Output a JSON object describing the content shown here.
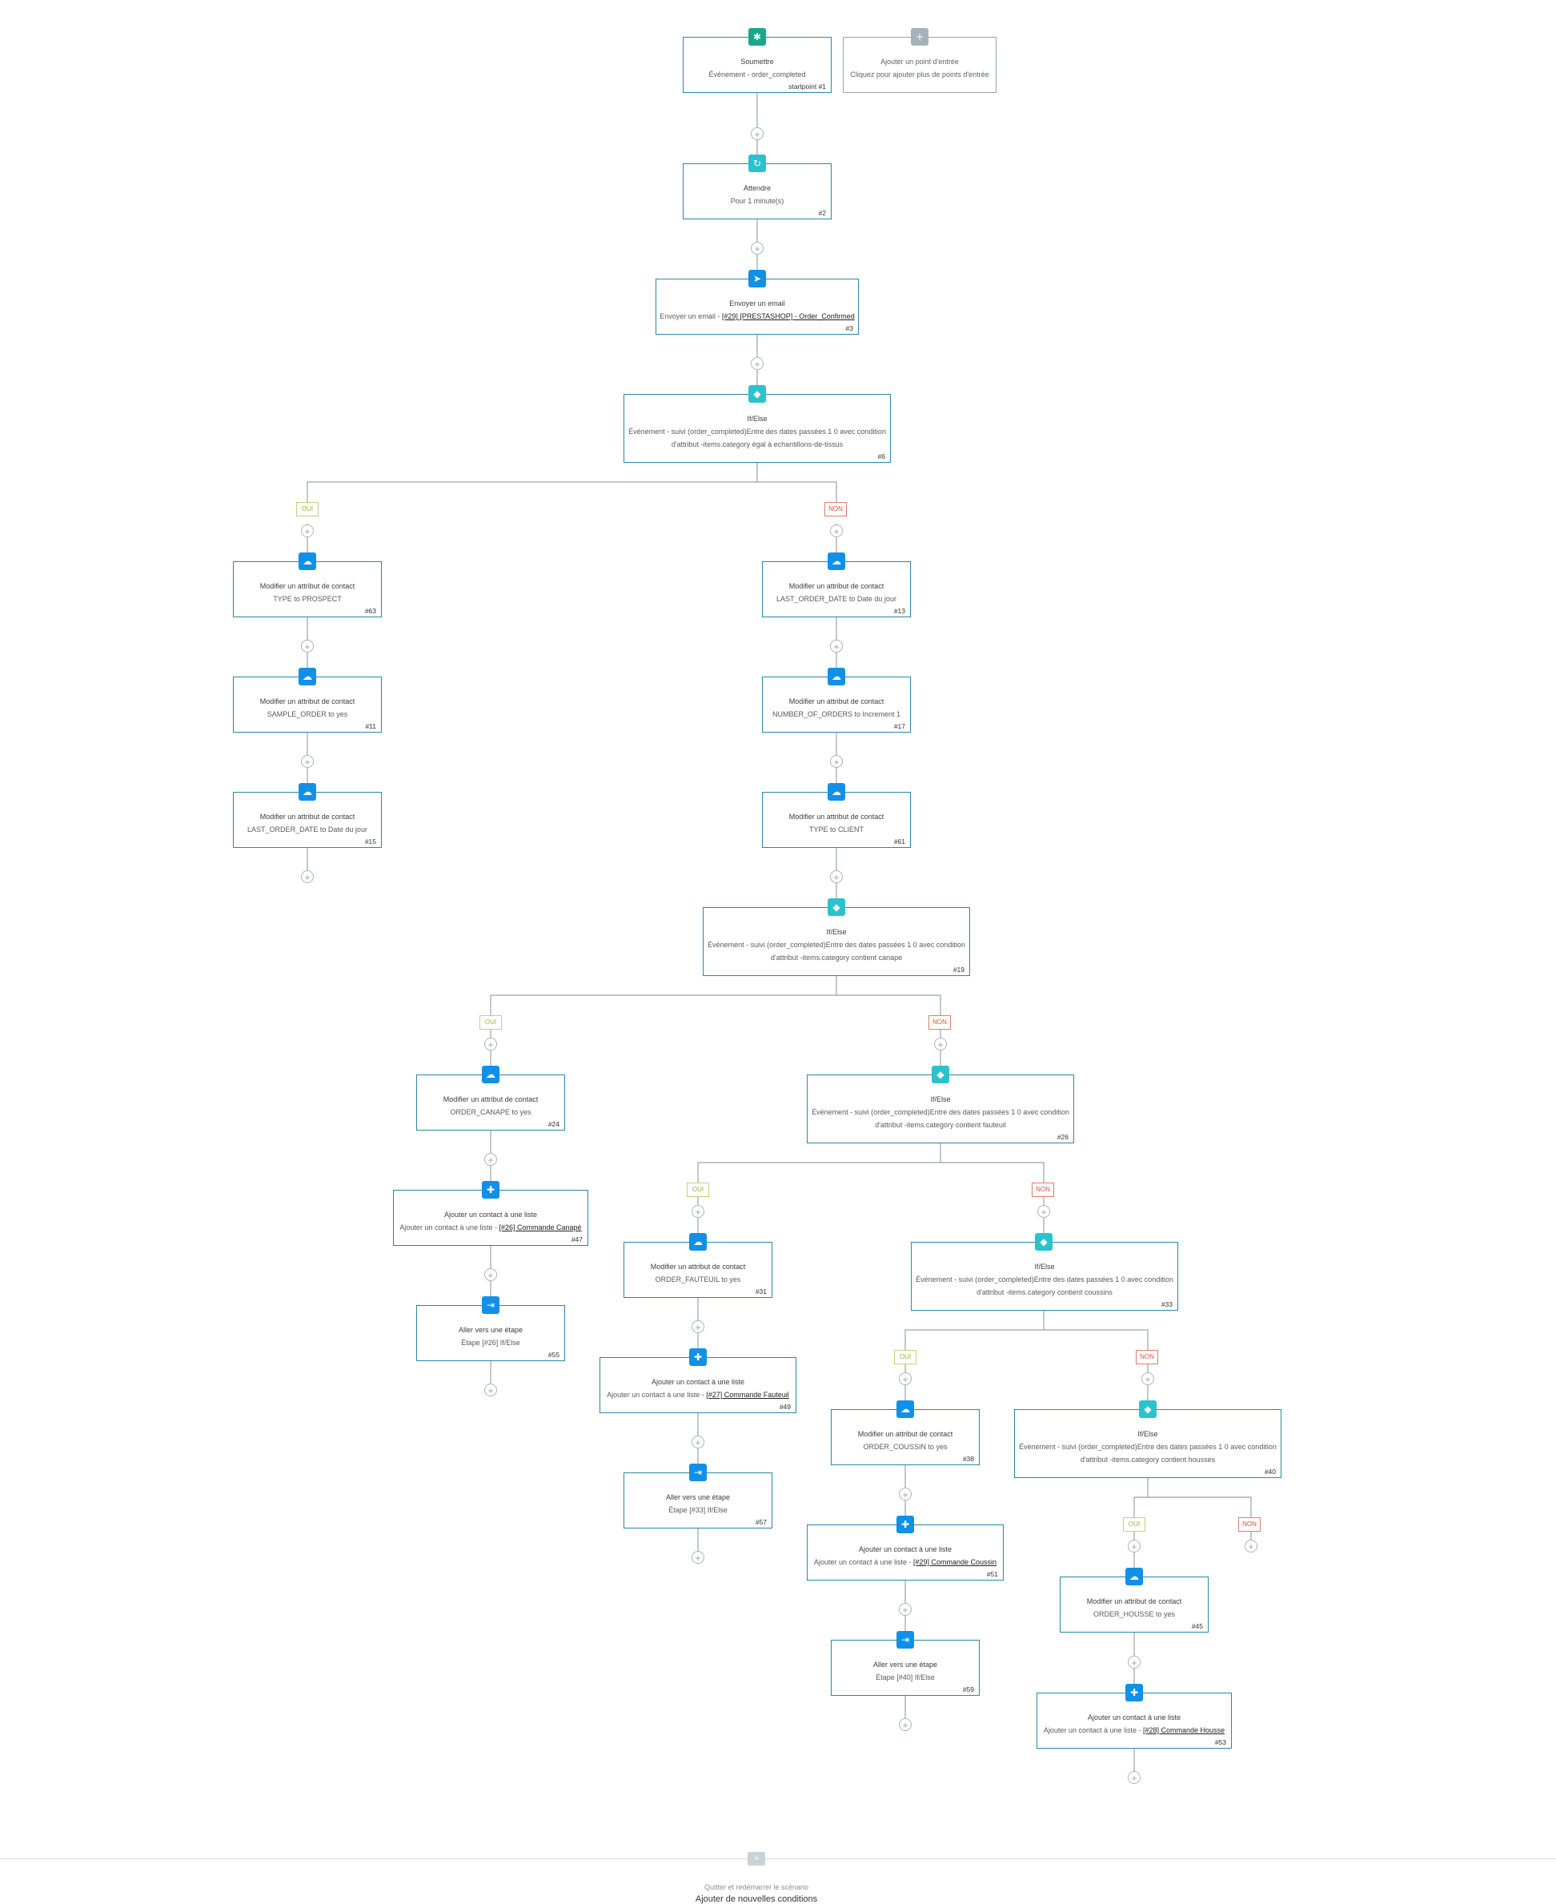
{
  "colors": {
    "node_border": "#2a87a3",
    "wire": "#9aa4a9",
    "icon_green": "#18a78a",
    "icon_teal": "#2ac3cc",
    "icon_blue": "#1190e8",
    "icon_gray": "#a6b1b9",
    "yes_badge": "#9bb23a",
    "no_badge": "#d9553f"
  },
  "branch_labels": {
    "yes": "OUI",
    "no": "NON"
  },
  "nodes": {
    "n1": {
      "icon": "gear-icon",
      "title": "Soumettre",
      "sub": "Événement - order_completed",
      "id": "startpoint #1"
    },
    "n0": {
      "icon": "plus-icon",
      "title": "Ajouter un point d'entrée",
      "sub": "Cliquez pour ajouter plus de points d'entrée"
    },
    "n2": {
      "icon": "clock-icon",
      "title": "Attendre",
      "sub": "Pour 1 minute(s)",
      "id": "#2"
    },
    "n3": {
      "icon": "send-icon",
      "title": "Envoyer un email",
      "sub_prefix": "Envoyer un email - ",
      "link": "[#29] [PRESTASHOP] - Order_Confirmed",
      "id": "#3"
    },
    "n6": {
      "icon": "tag-icon",
      "title": "If/Else",
      "sub": "Événement - suivi (order_completed)Entre des dates passées 1 0 avec condition",
      "sub2": "d'attribut -items.category égal à echantillons-de-tissus",
      "id": "#6"
    },
    "n63": {
      "icon": "user-edit-icon",
      "title": "Modifier un attribut de contact",
      "sub": "TYPE to PROSPECT",
      "id": "#63"
    },
    "n11": {
      "icon": "user-edit-icon",
      "title": "Modifier un attribut de contact",
      "sub": "SAMPLE_ORDER to yes",
      "id": "#11"
    },
    "n15": {
      "icon": "user-edit-icon",
      "title": "Modifier un attribut de contact",
      "sub": "LAST_ORDER_DATE to Date du jour",
      "id": "#15"
    },
    "n13": {
      "icon": "user-edit-icon",
      "title": "Modifier un attribut de contact",
      "sub": "LAST_ORDER_DATE to Date du jour",
      "id": "#13"
    },
    "n17": {
      "icon": "user-edit-icon",
      "title": "Modifier un attribut de contact",
      "sub": "NUMBER_OF_ORDERS to Increment 1",
      "id": "#17"
    },
    "n61": {
      "icon": "user-edit-icon",
      "title": "Modifier un attribut de contact",
      "sub": "TYPE to CLIENT",
      "id": "#61"
    },
    "n19": {
      "icon": "tag-icon",
      "title": "If/Else",
      "sub": "Événement - suivi (order_completed)Entre des dates passées 1 0 avec condition",
      "sub2": "d'attribut -items.category contient canape",
      "id": "#19"
    },
    "n24": {
      "icon": "user-edit-icon",
      "title": "Modifier un attribut de contact",
      "sub": "ORDER_CANAPE to yes",
      "id": "#24"
    },
    "n47": {
      "icon": "list-add-icon",
      "title": "Ajouter un contact à une liste",
      "sub_prefix": "Ajouter un contact à une liste - ",
      "link": "[#26] Commande Canapé",
      "id": "#47"
    },
    "n55": {
      "icon": "goto-icon",
      "title": "Aller vers une étape",
      "sub": "Étape [#26] If/Else",
      "id": "#55"
    },
    "n26": {
      "icon": "tag-icon",
      "title": "If/Else",
      "sub": "Événement - suivi (order_completed)Entre des dates passées 1 0 avec condition",
      "sub2": "d'attribut -items.category contient fauteuil",
      "id": "#26"
    },
    "n31": {
      "icon": "user-edit-icon",
      "title": "Modifier un attribut de contact",
      "sub": "ORDER_FAUTEUIL to yes",
      "id": "#31"
    },
    "n49": {
      "icon": "list-add-icon",
      "title": "Ajouter un contact à une liste",
      "sub_prefix": "Ajouter un contact à une liste - ",
      "link": "[#27] Commande Fauteuil",
      "id": "#49"
    },
    "n57": {
      "icon": "goto-icon",
      "title": "Aller vers une étape",
      "sub": "Étape [#33] If/Else",
      "id": "#57"
    },
    "n33": {
      "icon": "tag-icon",
      "title": "If/Else",
      "sub": "Événement - suivi (order_completed)Entre des dates passées 1 0 avec condition",
      "sub2": "d'attribut -items.category contient coussins",
      "id": "#33"
    },
    "n38": {
      "icon": "user-edit-icon",
      "title": "Modifier un attribut de contact",
      "sub": "ORDER_COUSSIN to yes",
      "id": "#38"
    },
    "n51": {
      "icon": "list-add-icon",
      "title": "Ajouter un contact à une liste",
      "sub_prefix": "Ajouter un contact à une liste - ",
      "link": "[#29] Commande Coussin",
      "id": "#51"
    },
    "n59": {
      "icon": "goto-icon",
      "title": "Aller vers une étape",
      "sub": "Étape [#40] If/Else",
      "id": "#59"
    },
    "n40": {
      "icon": "tag-icon",
      "title": "If/Else",
      "sub": "Événement - suivi (order_completed)Entre des dates passées 1 0 avec condition",
      "sub2": "d'attribut -items.category contient housses",
      "id": "#40"
    },
    "n45": {
      "icon": "user-edit-icon",
      "title": "Modifier un attribut de contact",
      "sub": "ORDER_HOUSSE to yes",
      "id": "#45"
    },
    "n53": {
      "icon": "list-add-icon",
      "title": "Ajouter un contact à une liste",
      "sub_prefix": "Ajouter un contact à une liste - ",
      "link": "[#28] Commande Housse",
      "id": "#53"
    }
  },
  "footer": {
    "icon": "fast-forward-icon",
    "text": "Quitter et redémarrer le scénario",
    "action": "Ajouter de nouvelles conditions"
  }
}
